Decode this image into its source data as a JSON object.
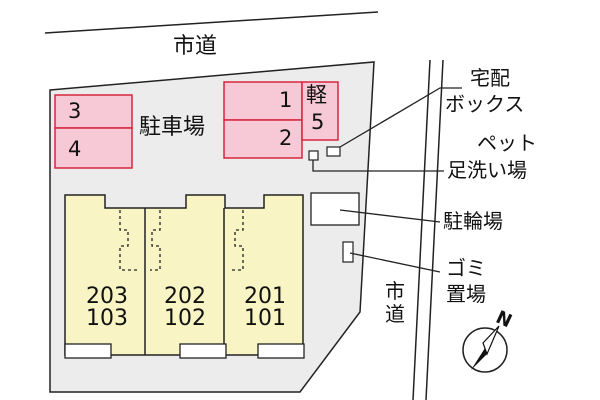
{
  "roads": {
    "top": "市道",
    "right_chars": [
      "市",
      "道"
    ]
  },
  "parking": {
    "label": "駐車場",
    "spaces": [
      "3",
      "4",
      "1",
      "2"
    ],
    "kei": {
      "label": "軽",
      "number": "5"
    }
  },
  "facilities": {
    "delivery_box": [
      "宅配",
      "ボックス"
    ],
    "pet_wash": [
      "ペット",
      "足洗い場"
    ],
    "bicycle_parking": "駐輪場",
    "garbage": [
      "ゴミ",
      "置場"
    ]
  },
  "units": [
    {
      "upper": "203",
      "lower": "103"
    },
    {
      "upper": "202",
      "lower": "102"
    },
    {
      "upper": "201",
      "lower": "101"
    }
  ],
  "compass": {
    "label": "N"
  },
  "colors": {
    "site": "#ececec",
    "parking_fill": "#f7c8d6",
    "parking_border": "#d8263f",
    "building_fill": "#f8f4c4",
    "outline": "#222222"
  }
}
